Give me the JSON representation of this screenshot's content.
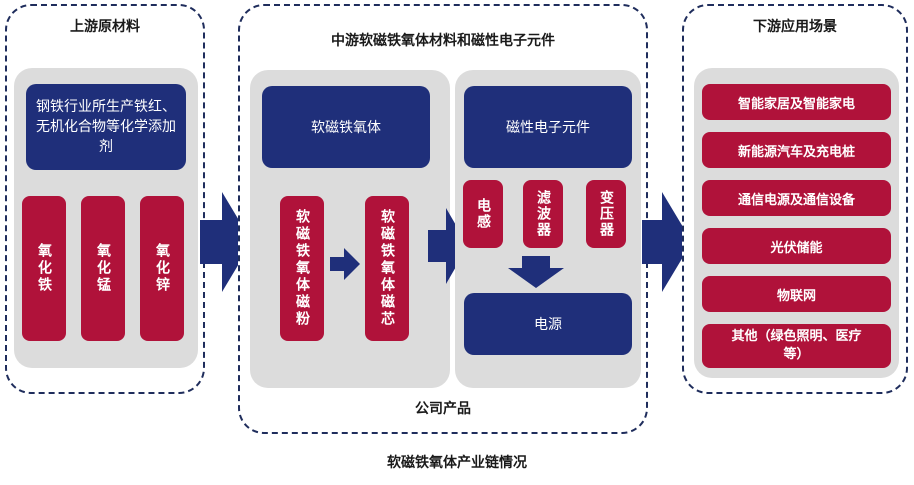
{
  "upstream": {
    "title": "上游原材料",
    "description": "钢铁行业所生产铁红、无机化合物等化学添加剂",
    "materials": [
      "氧化铁",
      "氧化锰",
      "氧化锌"
    ]
  },
  "midstream": {
    "title": "中游软磁铁氧体材料和磁性电子元件",
    "left_header": "软磁铁氧体",
    "powder": "软磁铁氧体磁粉",
    "core": "软磁铁氧体磁芯",
    "right_header": "磁性电子元件",
    "components": [
      "电感",
      "滤波器",
      "变压器"
    ],
    "power": "电源",
    "company_label": "公司产品"
  },
  "downstream": {
    "title": "下游应用场景",
    "applications": [
      "智能家居及智能家电",
      "新能源汽车及充电桩",
      "通信电源及通信设备",
      "光伏储能",
      "物联网",
      "其他（绿色照明、医疗等）"
    ]
  },
  "caption": "软磁铁氧体产业链情况",
  "colors": {
    "navy": "#1f2f7a",
    "red": "#b0123a",
    "gray": "#dcdcdc",
    "arrow": "#1f2f7a"
  }
}
